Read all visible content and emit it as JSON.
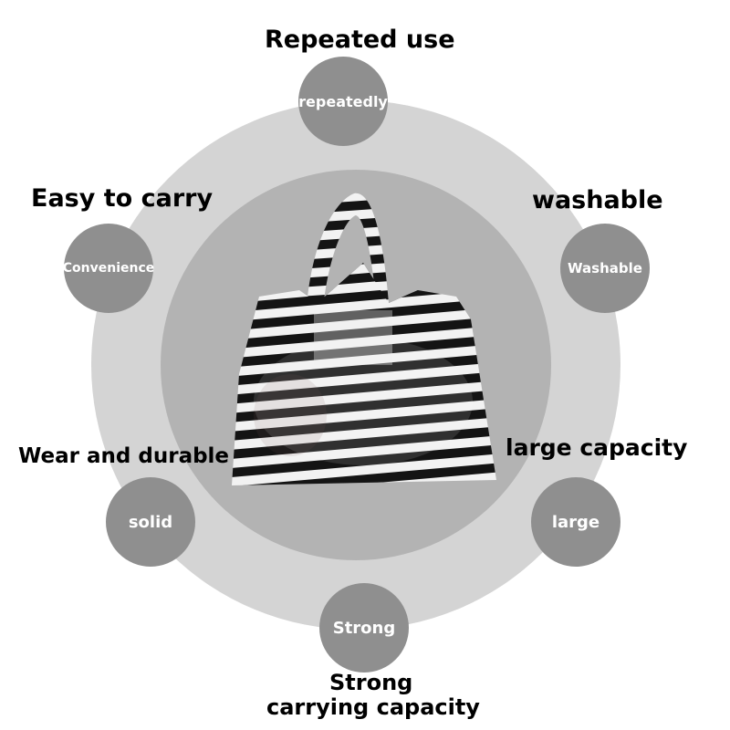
{
  "features": {
    "top": {
      "title": "Repeated use",
      "badge": "repeatedly"
    },
    "upper_left": {
      "title": "Easy to carry",
      "badge": "Convenience"
    },
    "upper_right": {
      "title": "washable",
      "badge": "Washable"
    },
    "lower_left": {
      "title": "Wear and durable",
      "badge": "solid"
    },
    "lower_right": {
      "title": "large capacity",
      "badge": "large"
    },
    "bottom": {
      "title_line1": "Strong",
      "title_line2": "carrying capacity",
      "badge": "Strong"
    }
  },
  "colors": {
    "outer_ring": "#d4d4d4",
    "inner_ring": "#b3b3b3",
    "badge": "#8f8f8f",
    "bag_dark": "#141414",
    "bag_light": "#f2f2f2"
  },
  "product": {
    "pattern": "black-white-horizontal-stripes"
  }
}
